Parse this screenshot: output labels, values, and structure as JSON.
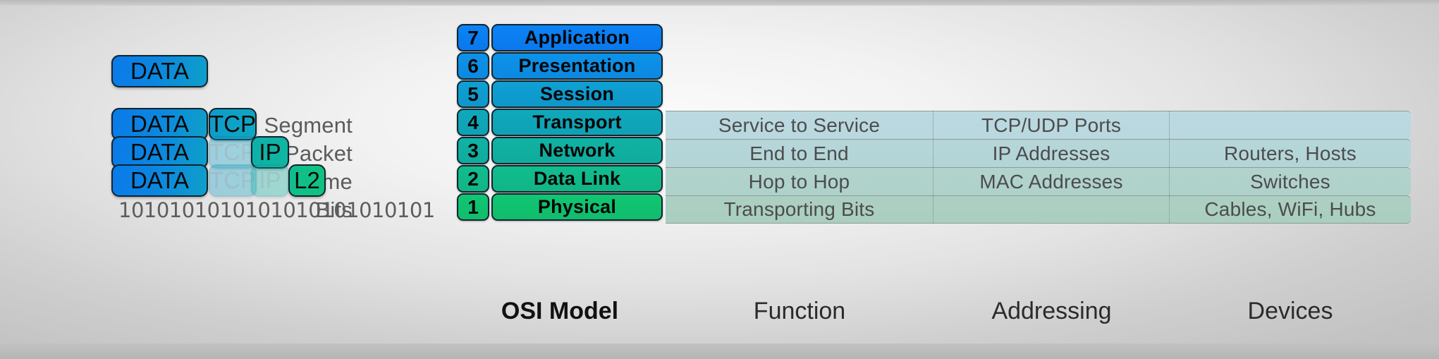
{
  "diagram": {
    "title_row": {
      "osi_model": "OSI Model",
      "function": "Function",
      "addressing": "Addressing",
      "devices": "Devices"
    },
    "encapsulation": {
      "top_data_label": "DATA",
      "rows": [
        {
          "label": "Segment",
          "blocks": [
            {
              "text": "DATA",
              "kind": "data",
              "ghost": false
            },
            {
              "text": "TCP",
              "kind": "tcp",
              "ghost": false
            }
          ]
        },
        {
          "label": "Packet",
          "blocks": [
            {
              "text": "DATA",
              "kind": "data",
              "ghost": false
            },
            {
              "text": "TCP",
              "kind": "tcp",
              "ghost": true
            },
            {
              "text": "IP",
              "kind": "ip",
              "ghost": false
            }
          ]
        },
        {
          "label": "Frame",
          "blocks": [
            {
              "text": "DATA",
              "kind": "data",
              "ghost": false
            },
            {
              "text": "TCP",
              "kind": "tcp",
              "ghost": true
            },
            {
              "text": "IP",
              "kind": "ip",
              "ghost": true
            },
            {
              "text": "L2",
              "kind": "l2",
              "ghost": false
            }
          ]
        },
        {
          "label": "Bits",
          "blocks": [],
          "bits": "1010101010101010101010101"
        }
      ]
    },
    "osi_layers": [
      {
        "number": "7",
        "name": "Application",
        "num_color": "#0a7ef2",
        "name_color": "#0a7ef2"
      },
      {
        "number": "6",
        "name": "Presentation",
        "num_color": "#0c8fe4",
        "name_color": "#0c8fe4"
      },
      {
        "number": "5",
        "name": "Session",
        "num_color": "#0e9bd2",
        "name_color": "#0e9bd2"
      },
      {
        "number": "4",
        "name": "Transport",
        "num_color": "#0fa6bd",
        "name_color": "#0fa6bd"
      },
      {
        "number": "3",
        "name": "Network",
        "num_color": "#10b0a4",
        "name_color": "#10b0a4"
      },
      {
        "number": "2",
        "name": "Data Link",
        "num_color": "#10ba8c",
        "name_color": "#10ba8c"
      },
      {
        "number": "1",
        "name": "Physical",
        "num_color": "#10c274",
        "name_color": "#10c274"
      }
    ],
    "table": {
      "columns": [
        "Function",
        "Addressing",
        "Devices"
      ],
      "rows": [
        {
          "layer": "4",
          "function": "Service to Service",
          "addressing": "TCP/UDP Ports",
          "devices": ""
        },
        {
          "layer": "3",
          "function": "End to End",
          "addressing": "IP Addresses",
          "devices": "Routers, Hosts"
        },
        {
          "layer": "2",
          "function": "Hop to Hop",
          "addressing": "MAC Addresses",
          "devices": "Switches"
        },
        {
          "layer": "1",
          "function": "Transporting Bits",
          "addressing": "",
          "devices": "Cables, WiFi, Hubs"
        }
      ]
    },
    "colors": {
      "layer7": "#0a7ef2",
      "layer1": "#10c274",
      "table_top": "#bcd9e0",
      "table_bottom": "#a9cfbf",
      "background": "#e6e6e6"
    }
  }
}
